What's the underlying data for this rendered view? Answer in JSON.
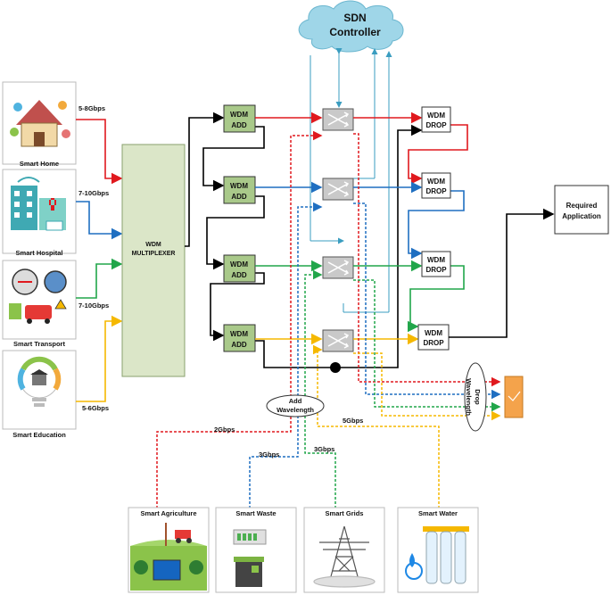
{
  "colors": {
    "red": "#e0191e",
    "blue": "#1f6fc1",
    "green": "#21a64a",
    "yellow": "#f5b800",
    "black": "#000000",
    "wdm_box": "#a9c98a",
    "mux_box": "#dbe6c8",
    "cloud": "#9fd6e8",
    "cyan_link": "#3a9dc0",
    "drop_box": "#f4a34b"
  },
  "controller": {
    "line1": "SDN",
    "line2": "Controller"
  },
  "sources": [
    {
      "name": "Smart Home",
      "rate": "5-8Gbps"
    },
    {
      "name": "Smart Hospital",
      "rate": "7-10Gbps"
    },
    {
      "name": "Smart Transport",
      "rate": "7-10Gbps"
    },
    {
      "name": "Smart Education",
      "rate": "5-6Gbps"
    }
  ],
  "multiplexer": {
    "line1": "WDM",
    "line2": "MULTIPLEXER"
  },
  "add_nodes": [
    {
      "line1": "WDM",
      "line2": "ADD"
    },
    {
      "line1": "WDM",
      "line2": "ADD"
    },
    {
      "line1": "WDM",
      "line2": "ADD"
    },
    {
      "line1": "WDM",
      "line2": "ADD"
    }
  ],
  "drop_nodes": [
    {
      "line1": "WDM",
      "line2": "DROP"
    },
    {
      "line1": "WDM",
      "line2": "DROP"
    },
    {
      "line1": "WDM",
      "line2": "DROP"
    },
    {
      "line1": "WDM",
      "line2": "DROP"
    }
  ],
  "required_app": {
    "line1": "Required",
    "line2": "Application"
  },
  "add_wavelength": {
    "line1": "Add",
    "line2": "Wavelength"
  },
  "drop_wavelength": {
    "line1": "Drop",
    "line2": "Wavelength"
  },
  "bottom_sources": [
    {
      "name": "Smart Agriculture",
      "rate": "2Gbps"
    },
    {
      "name": "Smart Waste",
      "rate": "3Gbps"
    },
    {
      "name": "Smart Grids",
      "rate": "3Gbps"
    },
    {
      "name": "Smart Water",
      "rate": "5Gbps"
    }
  ]
}
